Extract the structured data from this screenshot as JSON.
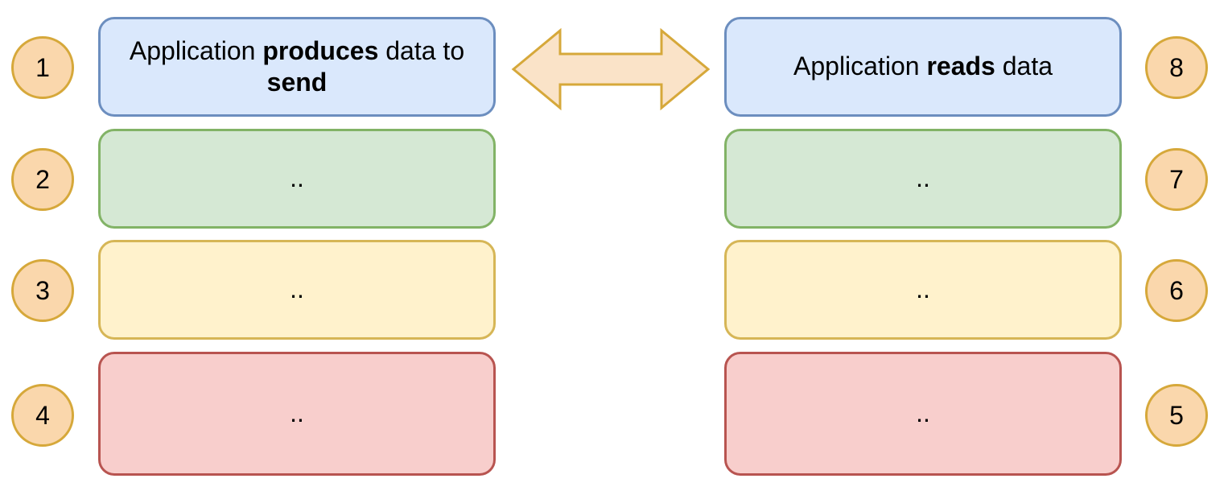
{
  "left_stack": {
    "app_layer": {
      "text_before": "Application ",
      "bold_1": "produces",
      "text_middle": " data to",
      "bold_2": "send"
    },
    "layer_2": "..",
    "layer_3": "..",
    "layer_4": ".."
  },
  "right_stack": {
    "app_layer": {
      "text_before": "Application ",
      "bold_1": "reads",
      "text_after": " data"
    },
    "layer_2": "..",
    "layer_3": "..",
    "layer_4": ".."
  },
  "step_numbers": {
    "left": [
      "1",
      "2",
      "3",
      "4"
    ],
    "right": [
      "8",
      "7",
      "6",
      "5"
    ]
  },
  "colors": {
    "application": "#dae8fc",
    "layer_green": "#d5e8d4",
    "layer_yellow": "#fff2cc",
    "layer_red": "#f8cecc",
    "step_circle": "#fad7ac",
    "arrow_fill": "#fae3c8"
  },
  "arrow": {
    "icon": "double-headed-arrow-icon"
  }
}
